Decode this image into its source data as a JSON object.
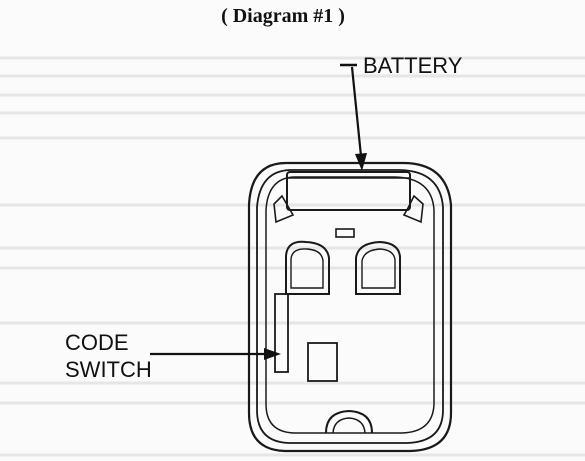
{
  "diagram": {
    "title": "( Diagram #1 )",
    "labels": {
      "battery": "BATTERY",
      "code_switch_line1": "CODE",
      "code_switch_line2": "SWITCH"
    }
  }
}
